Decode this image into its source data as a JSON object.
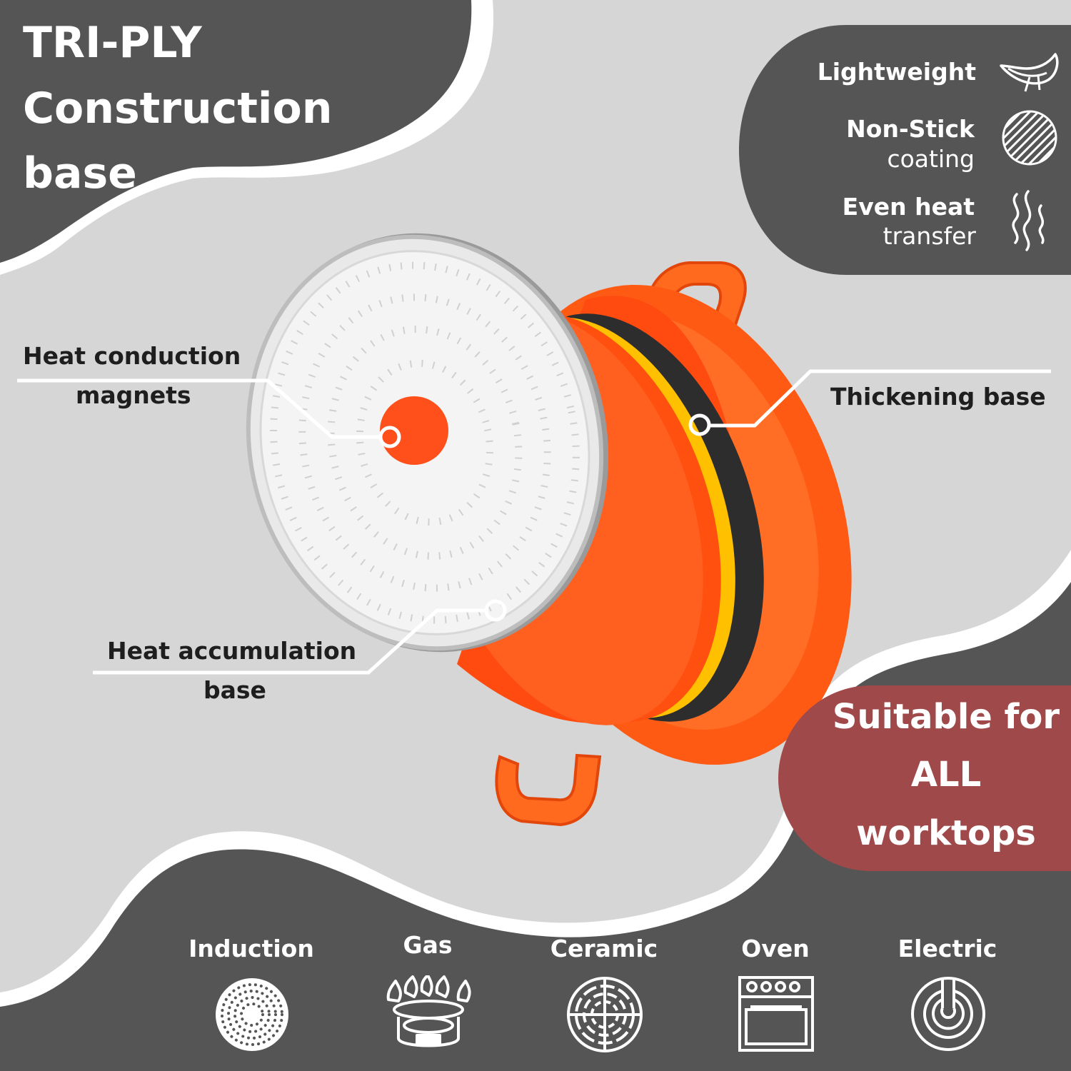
{
  "title": {
    "line1": "TRI-PLY",
    "line2": "Construction",
    "line3": "base"
  },
  "features": [
    {
      "line1": "Lightweight",
      "line2": "",
      "icon": "feather-icon"
    },
    {
      "line1": "Non-Stick",
      "line2": "coating",
      "icon": "nonstick-coating-icon"
    },
    {
      "line1": "Even  heat",
      "line2": "transfer",
      "icon": "heat-waves-icon"
    }
  ],
  "callouts": {
    "heat_conduction": {
      "line1": "Heat conduction",
      "line2": "magnets"
    },
    "thickening": {
      "line1": "Thickening base"
    },
    "heat_accumulation": {
      "line1": "Heat accumulation",
      "line2": "base"
    }
  },
  "suitable": {
    "line1": "Suitable for",
    "line2": "ALL",
    "line3": "worktops"
  },
  "cooktops": [
    {
      "label": "Induction",
      "icon": "induction-icon"
    },
    {
      "label": "Gas",
      "icon": "gas-burner-icon"
    },
    {
      "label": "Ceramic",
      "icon": "ceramic-hob-icon"
    },
    {
      "label": "Oven",
      "icon": "oven-icon"
    },
    {
      "label": "Electric",
      "icon": "electric-hob-icon"
    }
  ],
  "colors": {
    "background": "#d6d6d6",
    "panel": "#555555",
    "accent_red": "#a0494a",
    "pot_orange": "#ff5a14",
    "text_dark": "#1e1e1e",
    "text_light": "#ffffff"
  }
}
